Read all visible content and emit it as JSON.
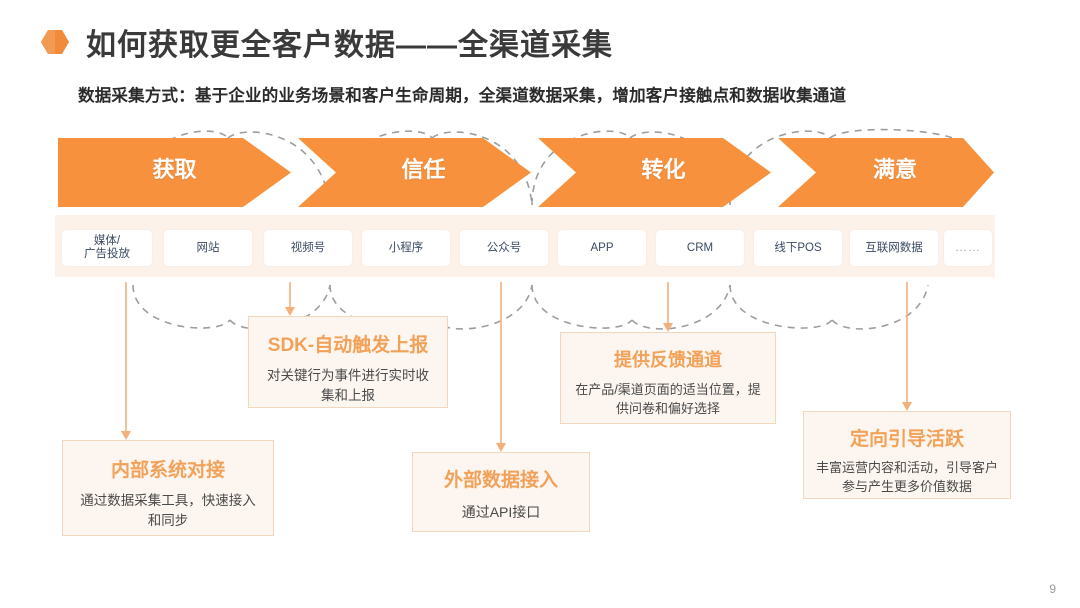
{
  "slide": {
    "title": "如何获取更全客户数据——全渠道采集",
    "subtitle": "数据采集方式：基于企业的业务场景和客户生命周期，全渠道数据采集，增加客户接触点和数据收集通道",
    "page_number": "9",
    "colors": {
      "chevron_orange": "#F7913D",
      "band_peach": "#FDF2EA",
      "card_bg": "#FDF6F0",
      "card_border": "#F3D7BD",
      "card_title": "#F2A158",
      "arrow": "#F2B07A",
      "dashed_arc": "#8A8A8A",
      "title_text": "#3A3A3A",
      "channel_text": "#3B4A63"
    }
  },
  "stages": [
    {
      "label": "获取"
    },
    {
      "label": "信任"
    },
    {
      "label": "转化"
    },
    {
      "label": "满意"
    }
  ],
  "channels": [
    {
      "label": "媒体/\n广告投放"
    },
    {
      "label": "网站"
    },
    {
      "label": "视频号"
    },
    {
      "label": "小程序"
    },
    {
      "label": "公众号"
    },
    {
      "label": "APP"
    },
    {
      "label": "CRM"
    },
    {
      "label": "线下POS"
    },
    {
      "label": "互联网数据"
    },
    {
      "label": "……"
    }
  ],
  "cards": {
    "sdk": {
      "title": "SDK-自动触发上报",
      "body": "对关键行为事件进行实时收集和上报"
    },
    "feedback": {
      "title": "提供反馈通道",
      "body": "在产品/渠道页面的适当位置，提供问卷和偏好选择"
    },
    "active": {
      "title": "定向引导活跃",
      "body": "丰富运营内容和活动，引导客户参与产生更多价值数据"
    },
    "internal": {
      "title": "内部系统对接",
      "body": "通过数据采集工具，快速接入和同步"
    },
    "external": {
      "title": "外部数据接入",
      "body": "通过API接口"
    }
  }
}
